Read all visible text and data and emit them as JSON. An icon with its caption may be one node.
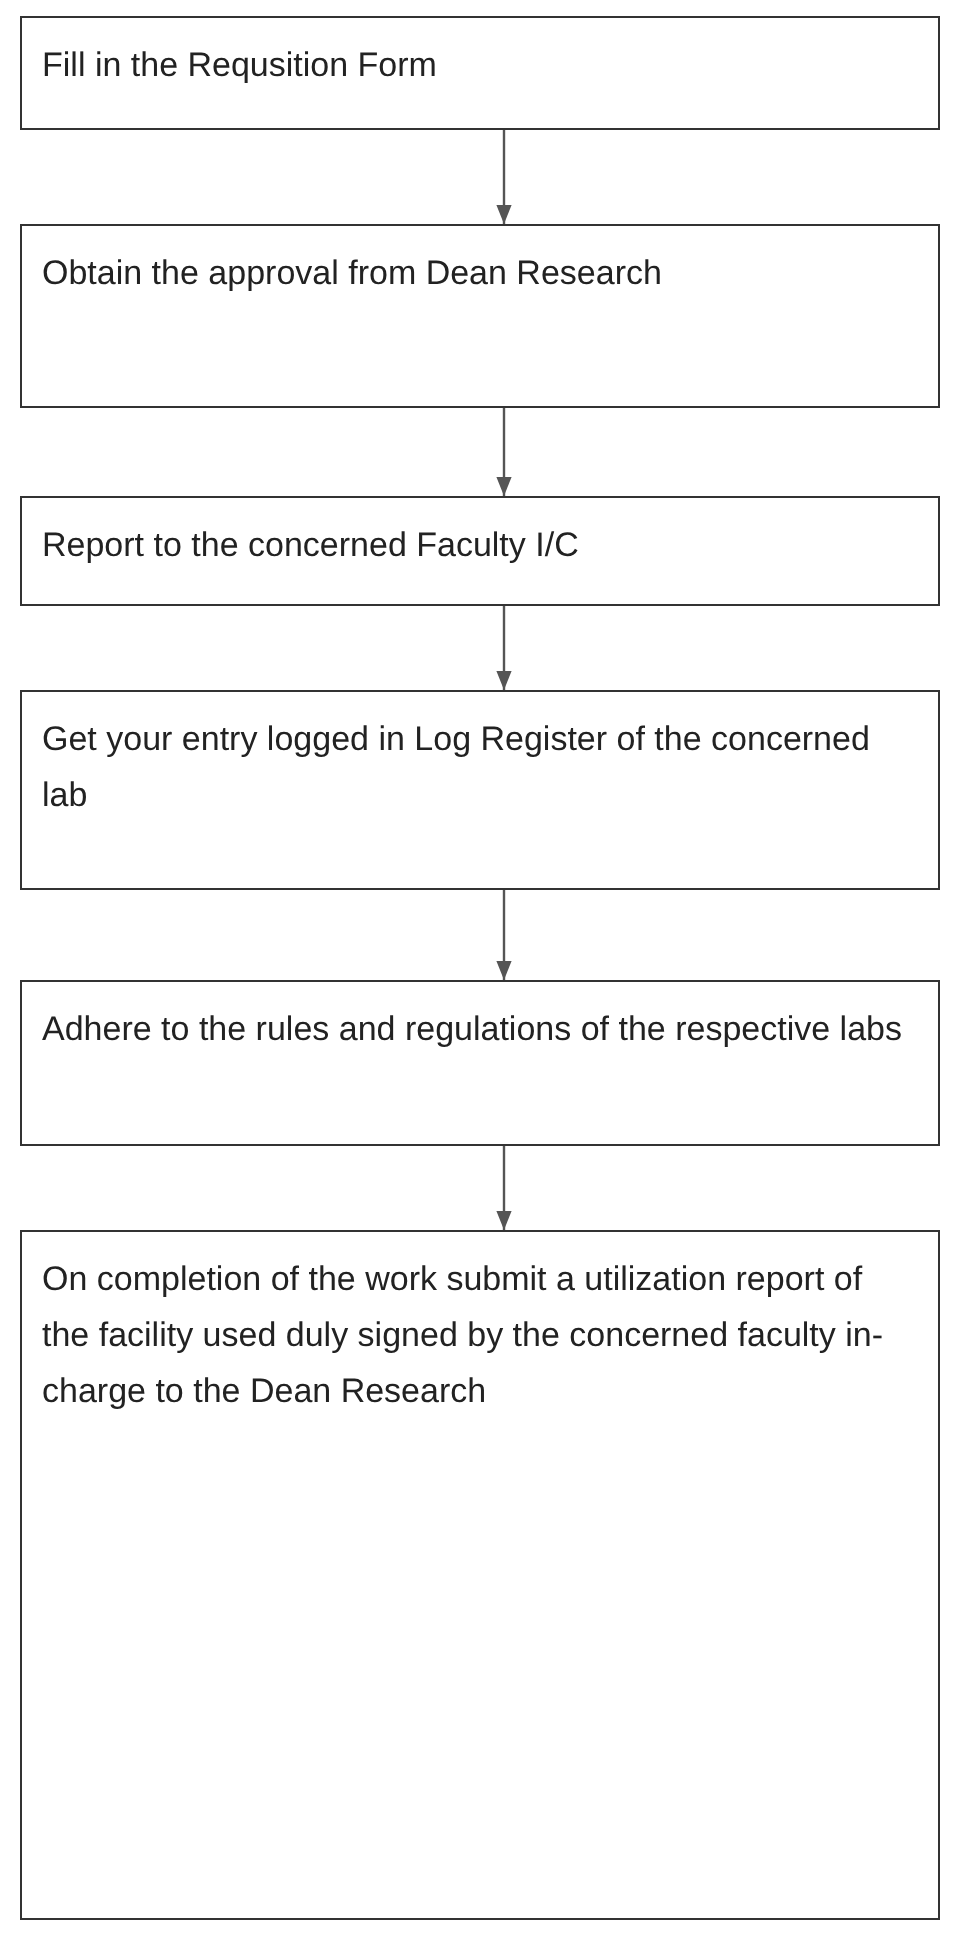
{
  "diagram": {
    "nodes": [
      {
        "text": [
          "Fill in the Requsition Form"
        ]
      },
      {
        "text": [
          "Obtain the approval from Dean Research"
        ]
      },
      {
        "text": [
          "Report to the concerned Faculty I/C"
        ]
      },
      {
        "text": [
          "Get your entry logged in Log Register of the concerned lab"
        ]
      },
      {
        "text": [
          "Adhere to the rules and regulations of the respective labs"
        ]
      },
      {
        "text": [
          "On completion of the work submit a utilization report of the facility used duly signed by the concerned faculty in-charge to the Dean Research"
        ]
      }
    ],
    "edges": [
      {
        "from": 0,
        "to": 1,
        "arrow": "to"
      },
      {
        "from": 1,
        "to": 2,
        "arrow": "to"
      },
      {
        "from": 2,
        "to": 3,
        "arrow": "to"
      },
      {
        "from": 3,
        "to": 4,
        "arrow": "to"
      },
      {
        "from": 4,
        "to": 5,
        "arrow": "to"
      }
    ]
  }
}
